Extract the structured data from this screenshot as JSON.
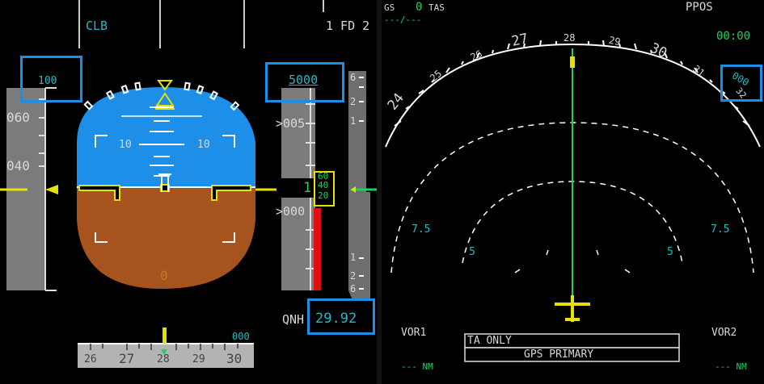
{
  "pfd": {
    "fma": {
      "mode": "CLB",
      "fd_status": "1 FD 2"
    },
    "speed": {
      "target_box": "100",
      "tick_060": "060",
      "tick_040": "040"
    },
    "attitude": {
      "pitch_left": "10",
      "pitch_right": "10",
      "sideslip": "0"
    },
    "altitude": {
      "selected": "5000",
      "tick_upper": "005",
      "tick_lower": "000",
      "readout_main": "1",
      "drum_top": "60",
      "drum_mid": "40",
      "drum_bot": "20"
    },
    "vsi": {
      "top_6": "6",
      "top_2": "2",
      "top_1": "1",
      "bot_1": "1",
      "bot_2": "2",
      "bot_6": "6"
    },
    "qnh": {
      "label": "QNH",
      "value": "29.92"
    },
    "heading": {
      "labels": [
        "26",
        "27",
        "28",
        "29",
        "30"
      ],
      "selected": "000"
    }
  },
  "nd": {
    "gs_label": "GS",
    "gs_value": "0",
    "tas_label": "TAS",
    "tas_value": "---/---",
    "ppos": "PPOS",
    "time": "00:00",
    "heading_box": "000",
    "compass_labels": [
      "24",
      "25",
      "26",
      "27",
      "28",
      "29",
      "30",
      "31",
      "32"
    ],
    "range_outer_left": "7.5",
    "range_outer_right": "7.5",
    "range_inner_left": "5",
    "range_inner_right": "5",
    "vor1": "VOR1",
    "vor1_nm": "--- NM",
    "vor2": "VOR2",
    "vor2_nm": "--- NM",
    "msg_ta": "TA ONLY",
    "msg_gps": "GPS PRIMARY"
  },
  "colors": {
    "sky": "#1d8fe8",
    "ground": "#a6531d",
    "cyan": "#27b7c4",
    "green": "#18d45a",
    "yellow": "#e8e000",
    "highlight": "#1a8fe6"
  }
}
